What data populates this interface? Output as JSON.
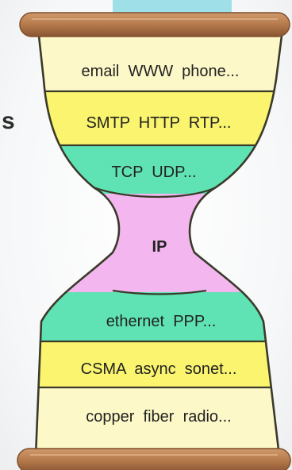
{
  "margin_text": "s",
  "colors": {
    "top_cap_strip": "#9fe0e8",
    "frame_wood": "#b9825a",
    "frame_wood_dark": "#7f4e2c",
    "application_fill": "#fcf8c8",
    "application_protocol_fill": "#faf46e",
    "transport_fill": "#5fe3b5",
    "network_fill": "#f3b6ef",
    "link_fill": "#5fe3b5",
    "physical_access_fill": "#faf46e",
    "physical_medium_fill": "#fcf8c8",
    "outline": "#3a3a2a"
  },
  "layers": [
    {
      "id": "applications",
      "label": "email  WWW  phone..."
    },
    {
      "id": "application-protocols",
      "label": "SMTP  HTTP  RTP..."
    },
    {
      "id": "transport",
      "label": "TCP  UDP..."
    },
    {
      "id": "network",
      "label": "IP"
    },
    {
      "id": "link",
      "label": "ethernet  PPP..."
    },
    {
      "id": "access",
      "label": "CSMA  async  sonet..."
    },
    {
      "id": "medium",
      "label": "copper  fiber  radio..."
    }
  ]
}
